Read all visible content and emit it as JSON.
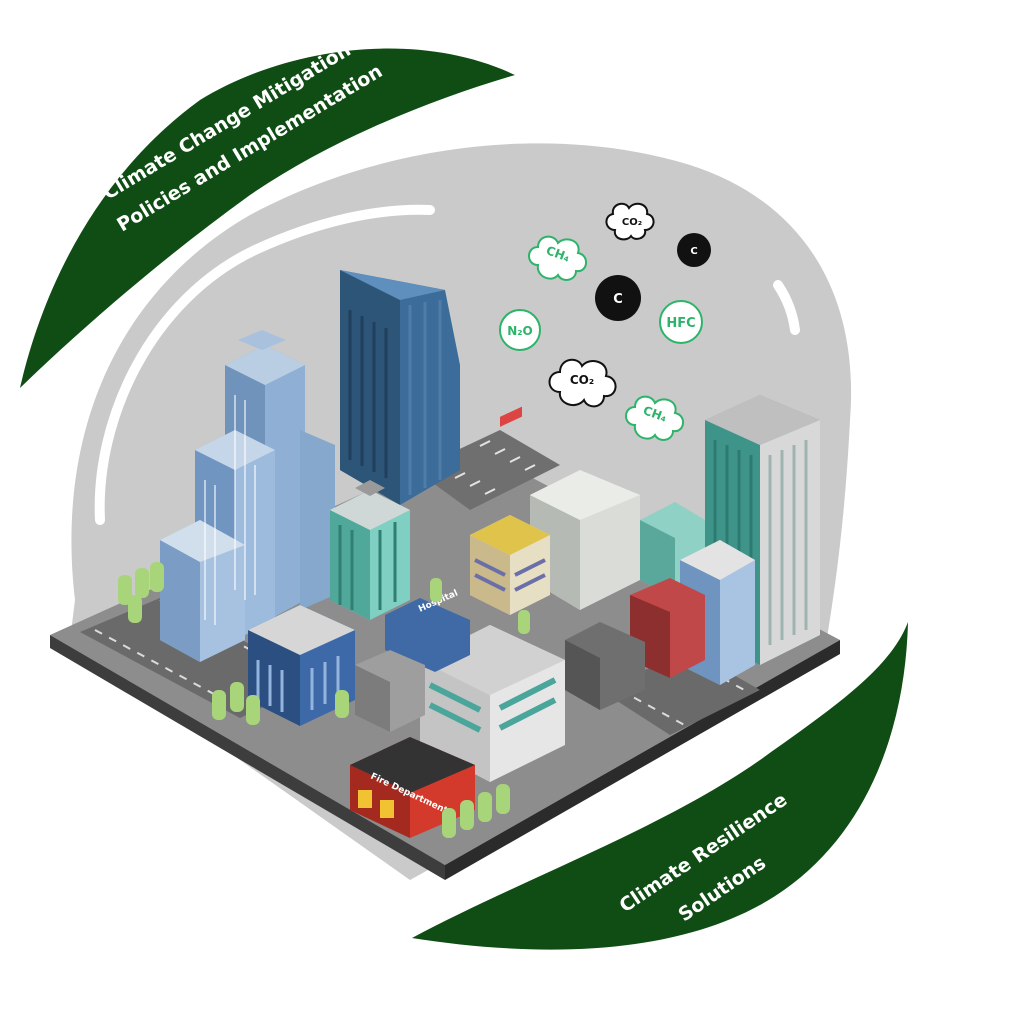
{
  "leaves": {
    "top": {
      "line1": "Climate Change Mitigation",
      "line2": "Policies and Implementation"
    },
    "bottom": {
      "line1": "Climate Resilience",
      "line2": "Solutions"
    }
  },
  "gases": [
    {
      "id": "co2-small",
      "label": "CO₂",
      "style": "outline-black"
    },
    {
      "id": "c-small",
      "label": "C",
      "style": "solid-black"
    },
    {
      "id": "ch4-top",
      "label": "CH₄",
      "style": "outline-green"
    },
    {
      "id": "c-large",
      "label": "C",
      "style": "solid-black"
    },
    {
      "id": "n2o",
      "label": "N₂O",
      "style": "outline-green"
    },
    {
      "id": "hfc",
      "label": "HFC",
      "style": "outline-green"
    },
    {
      "id": "co2-large",
      "label": "CO₂",
      "style": "outline-black"
    },
    {
      "id": "ch4-bottom",
      "label": "CH₄",
      "style": "outline-green"
    }
  ],
  "signs": {
    "fire_department": "Fire Department",
    "hospital": "Hospital"
  },
  "colors": {
    "leaf": "#0f4d14",
    "dome": "#c9c9c9",
    "gas_green": "#2db36a",
    "gas_black": "#111111"
  }
}
